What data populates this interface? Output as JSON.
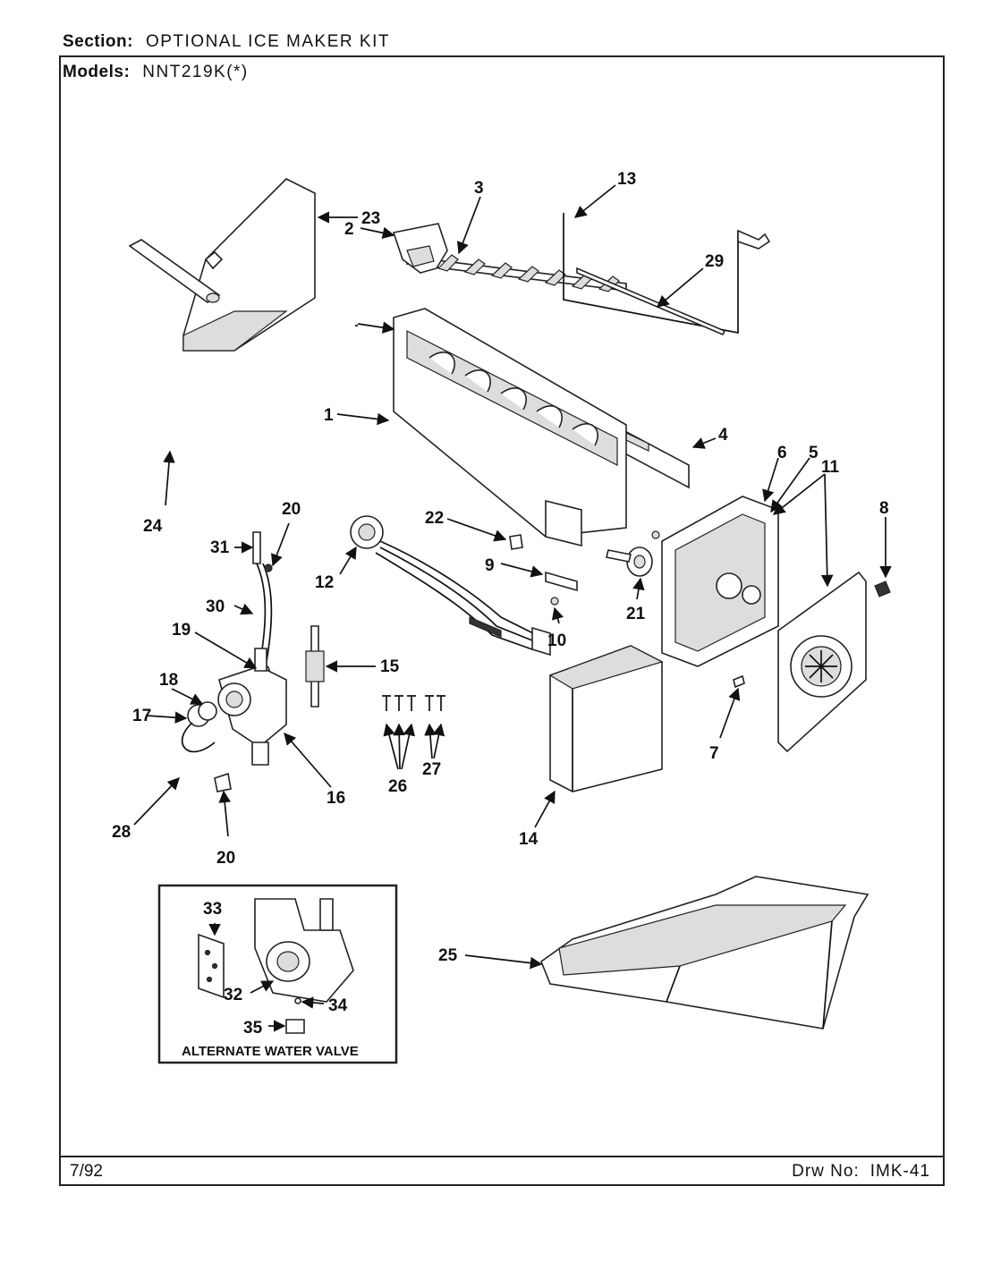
{
  "header": {
    "section_label": "Section:",
    "section_value": "OPTIONAL ICE MAKER KIT",
    "models_label": "Models:",
    "models_value": "NNT219K(*)"
  },
  "footer": {
    "date": "7/92",
    "drawing_label": "Drw No:",
    "drawing_number": "IMK-41"
  },
  "inset": {
    "caption": "ALTERNATE WATER VALVE"
  },
  "callouts": [
    "1",
    "2",
    "3",
    "4",
    "5",
    "6",
    "7",
    "8",
    "9",
    "10",
    "11",
    "12",
    "13",
    "14",
    "15",
    "16",
    "17",
    "18",
    "19",
    "20",
    "20",
    "21",
    "22",
    "23",
    "24",
    "25",
    "26",
    "27",
    "28",
    "29",
    "30",
    "31",
    "32",
    "33",
    "34",
    "35"
  ]
}
